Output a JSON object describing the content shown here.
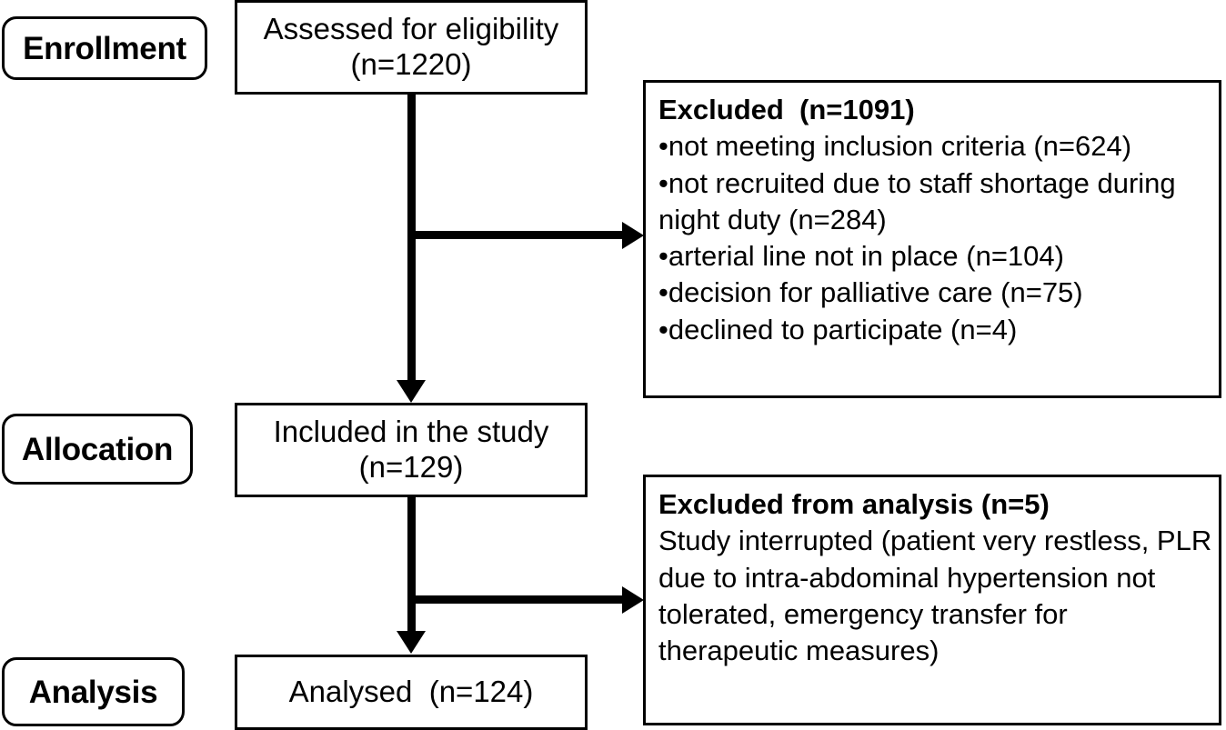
{
  "diagram": {
    "title": "CONSORT participant flow diagram",
    "type": "flowchart",
    "line_color": "#000000",
    "background_color": "#ffffff"
  },
  "stages": {
    "enrollment": "Enrollment",
    "allocation": "Allocation",
    "analysis": "Analysis"
  },
  "nodes": {
    "assessed": {
      "line1": "Assessed for eligibility",
      "line2": "(n=1220)",
      "count": 1220
    },
    "included": {
      "line1": "Included in the study",
      "line2": "(n=129)",
      "count": 129
    },
    "analysed": {
      "line1": "Analysed  (n=124)",
      "count": 124
    }
  },
  "excluded_enrollment": {
    "title": "Excluded  (n=1091)",
    "count": 1091,
    "reasons": [
      {
        "text": "•not meeting inclusion criteria (n=624)",
        "count": 624
      },
      {
        "text": "•not recruited due to staff shortage during night duty (n=284)",
        "count": 284
      },
      {
        "text": "•arterial line not in place (n=104)",
        "count": 104
      },
      {
        "text": "•decision for palliative care (n=75)",
        "count": 75
      },
      {
        "text": "•declined to participate (n=4)",
        "count": 4
      }
    ]
  },
  "excluded_analysis": {
    "title": "Excluded from analysis (n=5)",
    "count": 5,
    "body": "Study interrupted (patient very restless, PLR due to intra-abdominal hypertension not tolerated, emergency transfer for therapeutic measures)"
  }
}
